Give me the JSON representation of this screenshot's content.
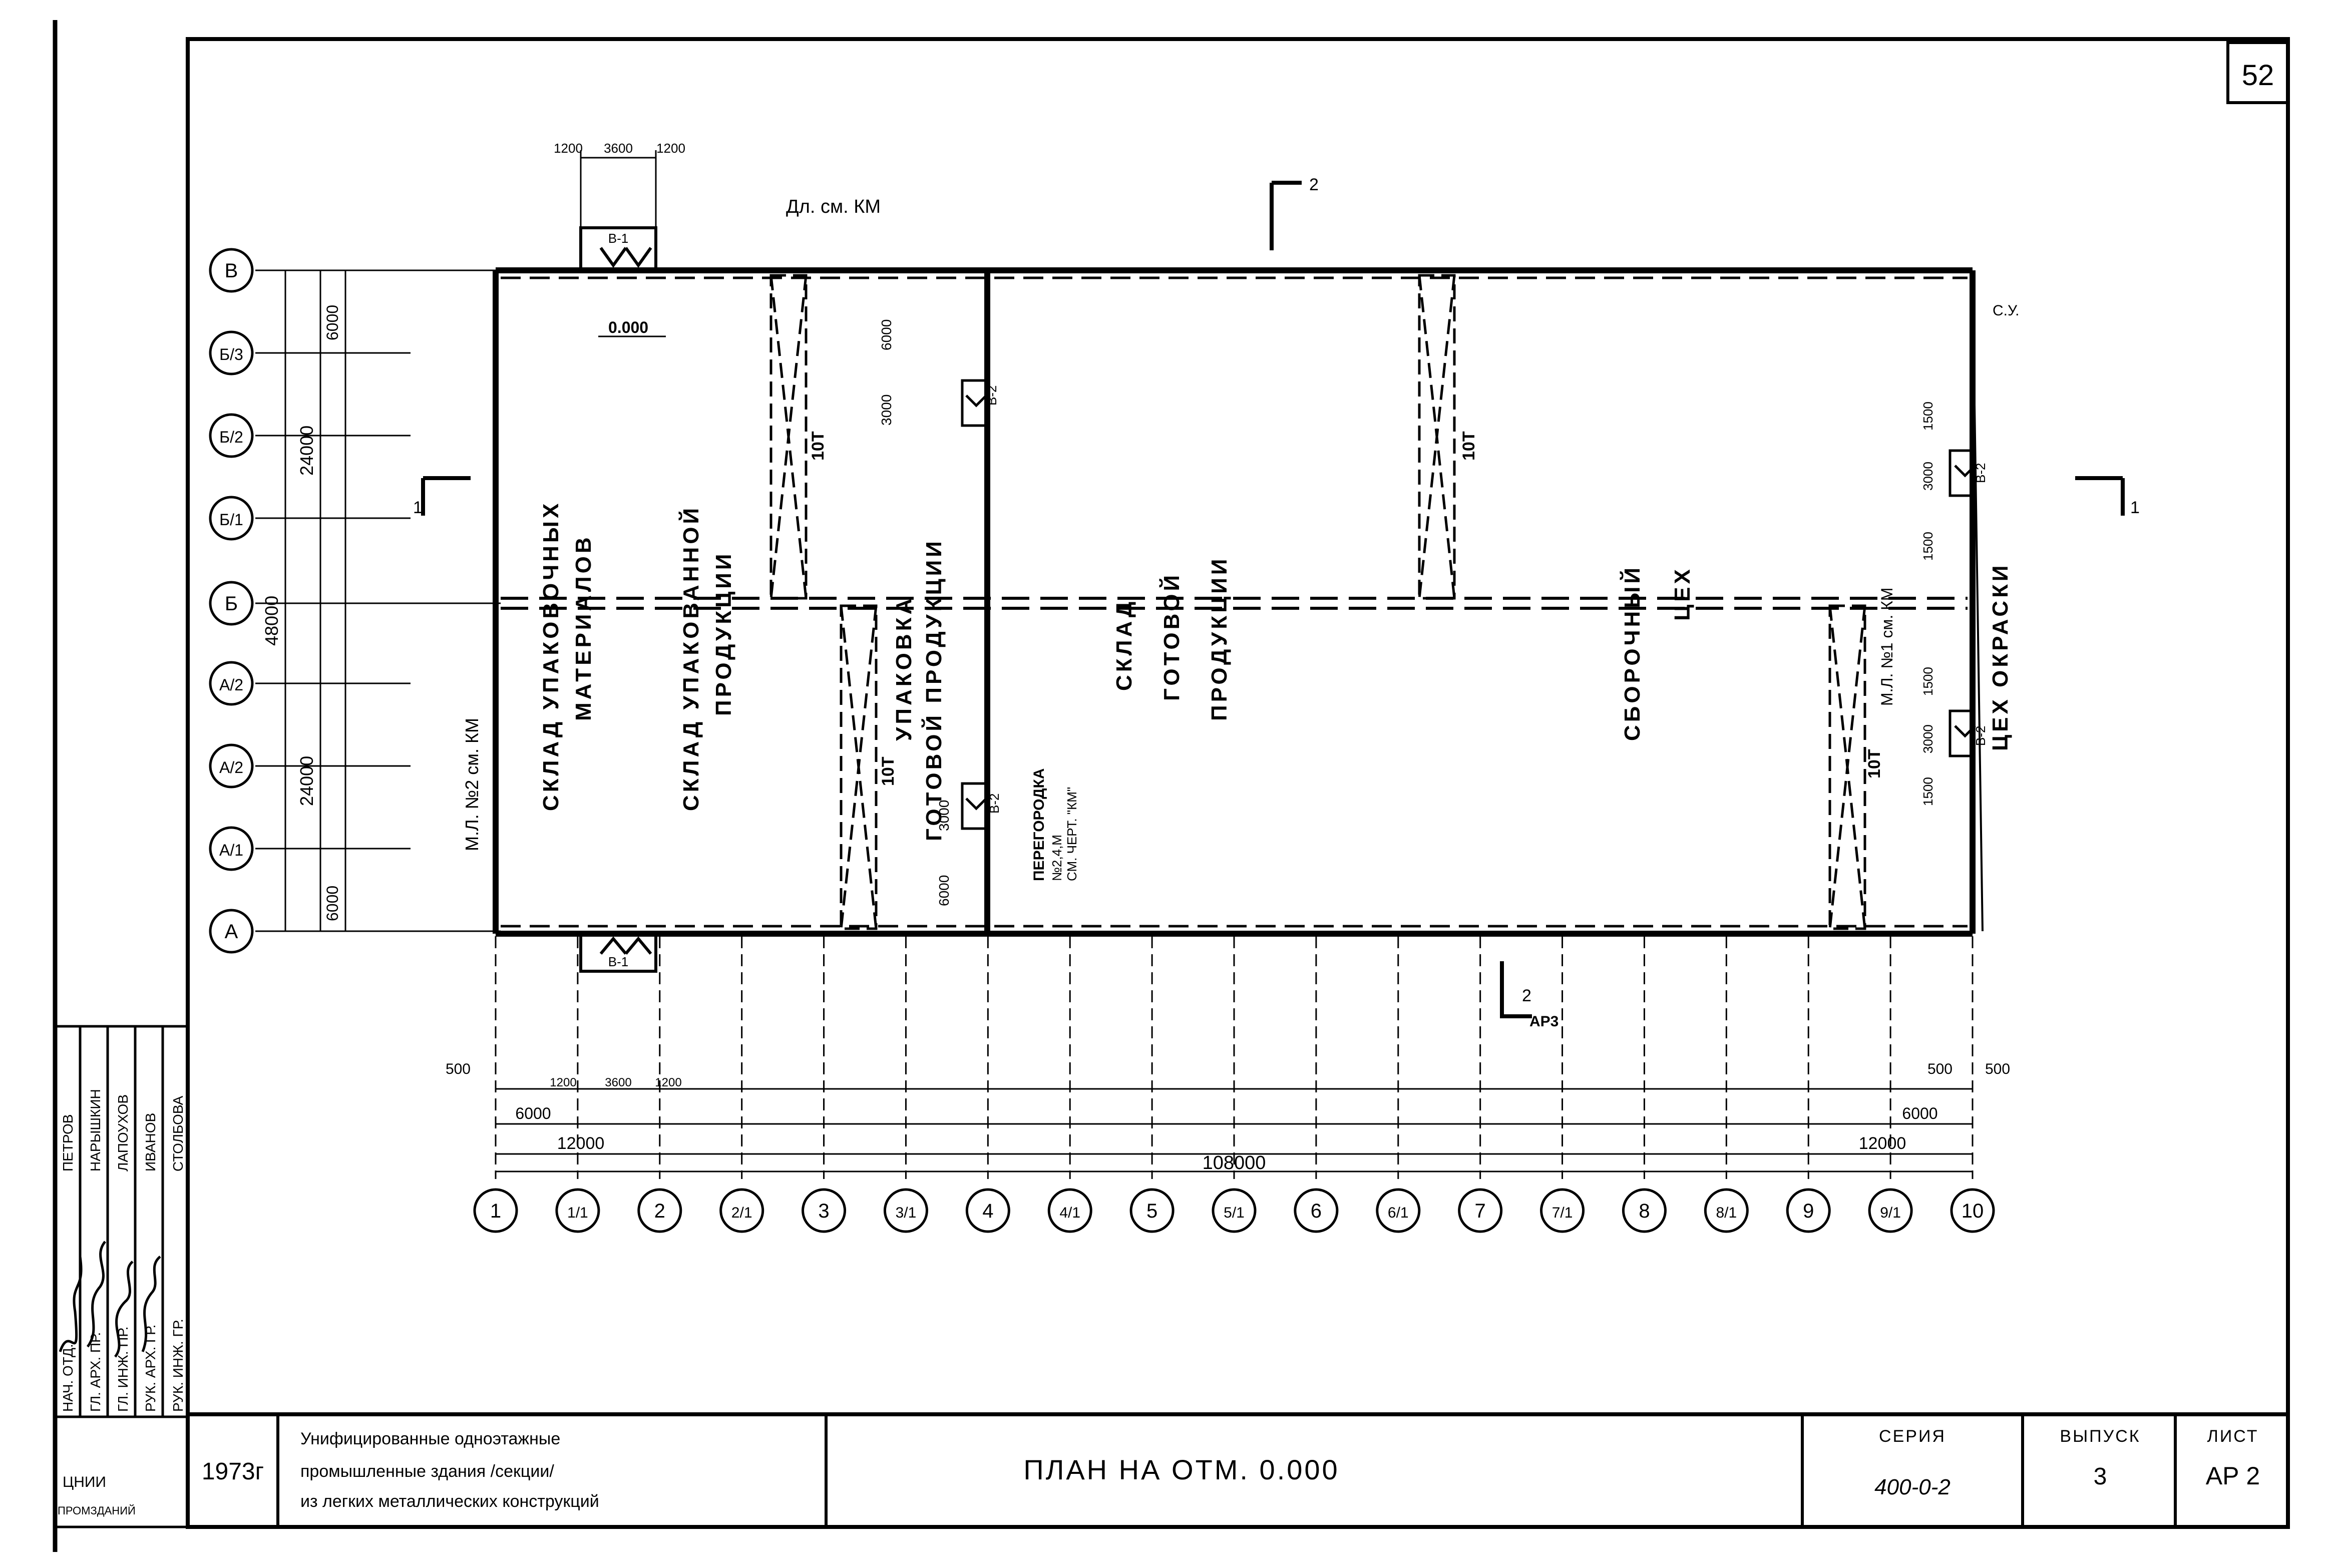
{
  "sheet_number": "52",
  "title_block": {
    "year": "1973г",
    "description_lines": [
      "Унифицированные одноэтажные",
      "промышленные здания /секции/",
      "из легких металлических конструкций"
    ],
    "drawing_title": "ПЛАН НА ОТМ. 0.000",
    "series_label": "СЕРИЯ",
    "series_value": "400-0-2",
    "issue_label": "ВЫПУСК",
    "issue_value": "3",
    "sheet_label": "ЛИСТ",
    "sheet_value": "АР 2"
  },
  "stamp": {
    "roles": [
      "НАЧ. ОТД.",
      "ГЛ. АРХ. ПР.",
      "ГЛ. ИНЖ. ПР.",
      "РУК. АРХ. ГР.",
      "РУК. ИНЖ. ГР."
    ],
    "names": [
      "ПЕТРОВ",
      "НАРЫШКИН",
      "ЛАПОУХОВ",
      "ИВАНОВ",
      "СТОЛБОВА"
    ],
    "org": [
      "ЦНИИ",
      "ПРОМЗДАНИЙ"
    ]
  },
  "grid_axes": {
    "columns": [
      "1",
      "1/1",
      "2",
      "2/1",
      "3",
      "3/1",
      "4",
      "4/1",
      "5",
      "5/1",
      "6",
      "6/1",
      "7",
      "7/1",
      "8",
      "8/1",
      "9",
      "9/1",
      "10"
    ],
    "rows": [
      "В",
      "Б/3",
      "Б/2",
      "Б/1",
      "Б",
      "А/2",
      "А/2",
      "А/1",
      "А"
    ]
  },
  "dimensions": {
    "top_gate": [
      "1200",
      "3600",
      "1200"
    ],
    "left": [
      "48000",
      "24000",
      "24000",
      "6000",
      "6000"
    ],
    "bottom_gate": [
      "1200",
      "3600",
      "1200"
    ],
    "bottom_offset_left": "500",
    "bottom_offset_right": [
      "500",
      "500"
    ],
    "bottom_6000_left": "6000",
    "bottom_6000_right": "6000",
    "bottom_12000_left": "12000",
    "bottom_12000_right": "12000",
    "bottom_total": "108000",
    "partition_1": [
      "3000",
      "6000"
    ],
    "partition_2": [
      "6000",
      "3000"
    ],
    "right_top": [
      "3000",
      "1500",
      "1500"
    ],
    "right_bottom": [
      "1500",
      "3000",
      "1500"
    ]
  },
  "rooms": {
    "room_1": [
      "СКЛАД УПАКОВОЧНЫХ",
      "МАТЕРИАЛОВ"
    ],
    "room_2": [
      "СКЛАД УПАКОВАННОЙ",
      "ПРОДУКЦИИ"
    ],
    "room_3": [
      "УПАКОВКА",
      "ГОТОВОЙ ПРОДУКЦИИ"
    ],
    "room_4": [
      "СКЛАД",
      "ГОТОВОЙ",
      "ПРОДУКЦИИ"
    ],
    "room_5": [
      "СБОРОЧНЫЙ",
      "ЦЕХ"
    ],
    "room_6": [
      "ЦЕХ ОКРАСКИ"
    ]
  },
  "annotations": {
    "level": "0.000",
    "column_note": "Дл. см. КМ",
    "ml2": "М.Л. №2 см. КМ",
    "ml1": "М.Л. №1 см. КМ",
    "partition_note": [
      "ПЕРЕГОРОДКА",
      "№2,4,М",
      "СМ. ЧЕРТ. \"КМ\""
    ],
    "bracing": "10Т",
    "gate_b1": "В-1",
    "gate_b2": "В-2",
    "su": "С.У.",
    "section_1": "1",
    "section_2": "2",
    "section_ref": "АР3"
  }
}
